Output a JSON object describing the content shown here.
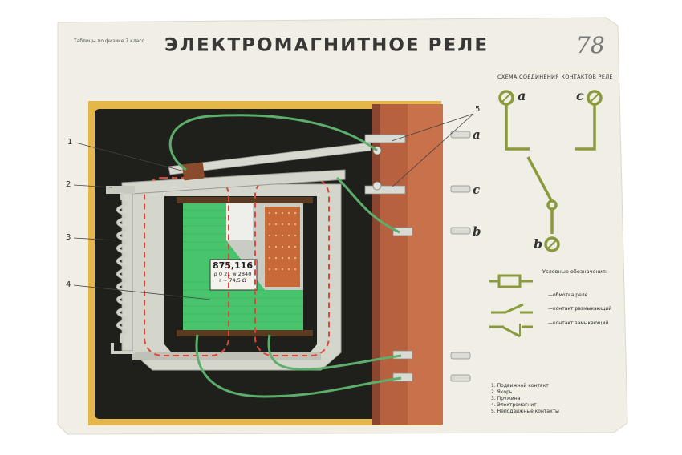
{
  "poster": {
    "corner_note": "Таблицы по физике 7 класс",
    "title": "ЭЛЕКТРОМАГНИТНОЕ РЕЛЕ",
    "handwritten_mark": "78"
  },
  "callouts": [
    "1",
    "2",
    "3",
    "4",
    "5"
  ],
  "terminals": {
    "a": "a",
    "c": "c",
    "b": "b"
  },
  "coil_plate": {
    "model": "875,116",
    "spec1": "ρ 0 21  w 2840",
    "spec2": "r ~ 74,5 Ω"
  },
  "scheme": {
    "title": "СХЕМА СОЕДИНЕНИЯ КОНТАКТОВ РЕЛЕ",
    "labels": {
      "a": "a",
      "c": "c",
      "b": "b"
    }
  },
  "legend": {
    "title": "Условные обозначения:",
    "items": [
      "—обмотка реле",
      "—контакт размыкающий",
      "—контакт замыкающий"
    ]
  },
  "parts_list": [
    "1. Подвижной контакт",
    "2. Якорь",
    "3. Пружина",
    "4. Электромагнит",
    "5. Неподвижные контакты"
  ],
  "colors": {
    "paper": "#f1eee6",
    "panel_black": "#1f1f1c",
    "copper": "#a9583d",
    "coil_green": "#48c46c",
    "wire_green": "#5cae6a",
    "core_grey": "#d4d6cc",
    "dashed_red": "#e0453a",
    "yellow_trim": "#e5b64a",
    "scheme_green": "#8a9a3c"
  }
}
